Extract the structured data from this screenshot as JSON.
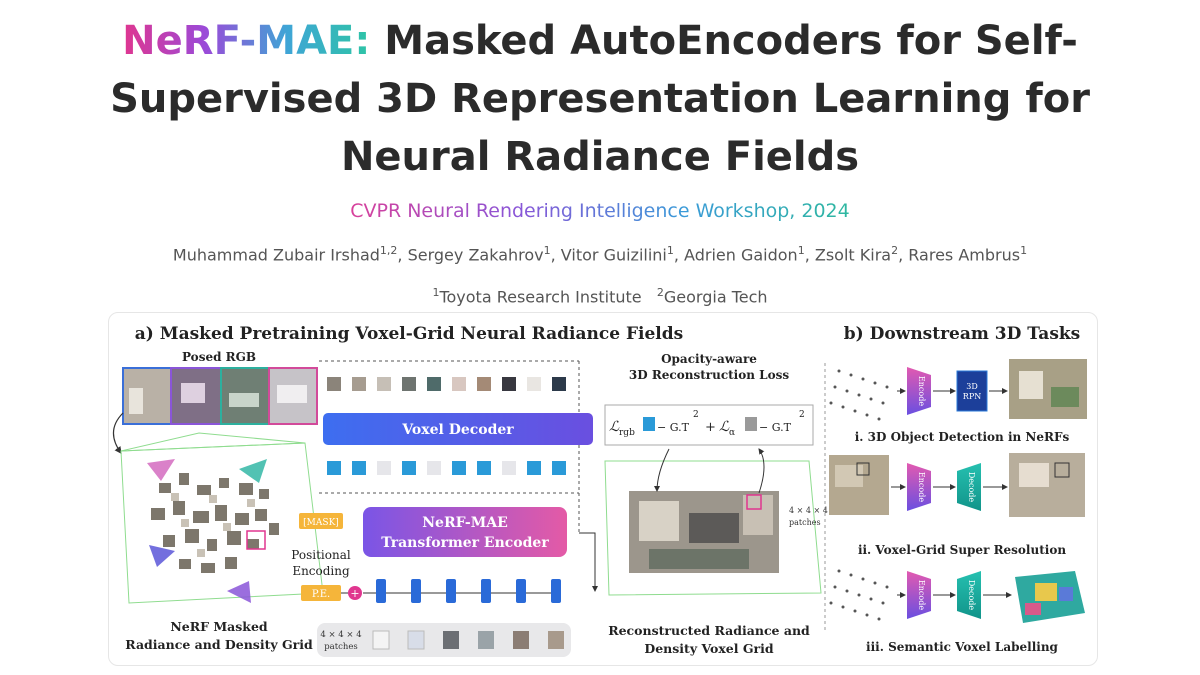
{
  "paper": {
    "title_prefix": "NeRF-MAE:",
    "title_line1_rest": " Masked AutoEncoders for Self-",
    "title_line2": "Supervised 3D Representation Learning for",
    "title_line3": "Neural Radiance Fields",
    "venue": "CVPR Neural Rendering Intelligence Workshop, 2024",
    "authors": [
      {
        "name": "Muhammad Zubair Irshad",
        "sup": "1,2"
      },
      {
        "name": "Sergey Zakahrov",
        "sup": "1"
      },
      {
        "name": "Vitor Guizilini",
        "sup": "1"
      },
      {
        "name": "Adrien Gaidon",
        "sup": "1"
      },
      {
        "name": "Zsolt Kira",
        "sup": "2"
      },
      {
        "name": "Rares Ambrus",
        "sup": "1"
      }
    ],
    "affiliations": [
      {
        "sup": "1",
        "name": "Toyota Research Institute"
      },
      {
        "sup": "2",
        "name": "Georgia Tech"
      }
    ]
  },
  "figure": {
    "section_a": "a) Masked Pretraining Voxel-Grid Neural Radiance Fields",
    "section_b": "b) Downstream 3D Tasks",
    "posed_rgb": "Posed RGB",
    "voxel_decoder": "Voxel Decoder",
    "encoder_line1": "NeRF-MAE",
    "encoder_line2": "Transformer Encoder",
    "mask_tag": "[MASK]",
    "pos_enc_line1": "Positional",
    "pos_enc_line2": "Encoding",
    "pe_tag": "P.E.",
    "plus": "+",
    "patches_dims": "4 × 4 × 4",
    "patches_word": "patches",
    "left_caption_line1": "NeRF Masked",
    "left_caption_line2": "Radiance and Density Grid",
    "loss_title_line1": "Opacity-aware",
    "loss_title_line2": "3D Reconstruction Loss",
    "loss_rgb": "ℒ",
    "loss_rgb_sub": "rgb",
    "loss_alpha": "ℒ",
    "loss_alpha_sub": "α",
    "loss_gt": "− G.T",
    "loss_sq": "2",
    "loss_plus": "+",
    "recon_caption_line1": "Reconstructed Radiance and",
    "recon_caption_line2": "Density Voxel Grid",
    "encode_label": "Encode",
    "decode_label": "Decode",
    "rpn_line1": "3D",
    "rpn_line2": "RPN",
    "task1": "i. 3D Object Detection in NeRFs",
    "task2": "ii. Voxel-Grid Super Resolution",
    "task3": "iii. Semantic Voxel Labelling",
    "colors": {
      "decoder": "#4b5ce6",
      "encoder": "#c84fb0",
      "encode_block": "#7a4fd6",
      "decode_block": "#18a99a",
      "mask_tag": "#f5b53a"
    }
  }
}
